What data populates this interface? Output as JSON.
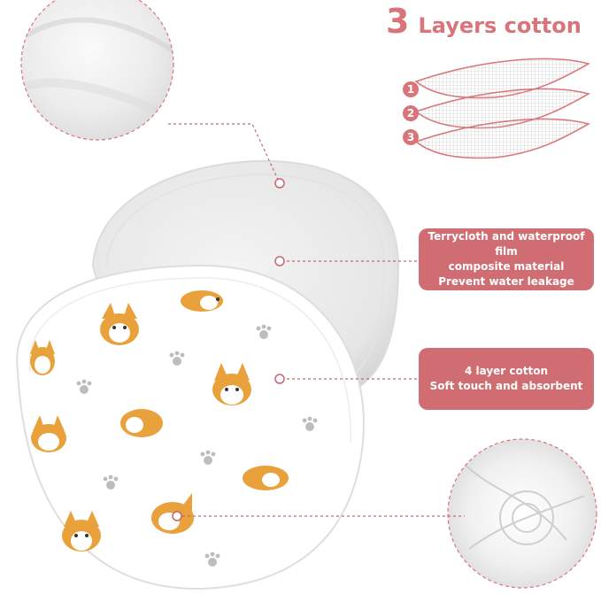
{
  "header": {
    "number": "3",
    "title": "Layers cotton"
  },
  "layers": [
    "1",
    "2",
    "3"
  ],
  "callouts": [
    {
      "lines": [
        "Terrycloth and waterproof film",
        "composite material",
        "Prevent water leakage"
      ]
    },
    {
      "lines": [
        "4 layer cotton",
        "Soft touch and absorbent"
      ]
    }
  ],
  "colors": {
    "accent": "#d9757a",
    "box": "#cf6d72",
    "dog_orange": "#e9a23b",
    "paw_gray": "#bdbdbd"
  },
  "icons": [
    "corgi-icon",
    "paw-print-icon",
    "terry-texture-magnifier",
    "muslin-texture-magnifier"
  ]
}
